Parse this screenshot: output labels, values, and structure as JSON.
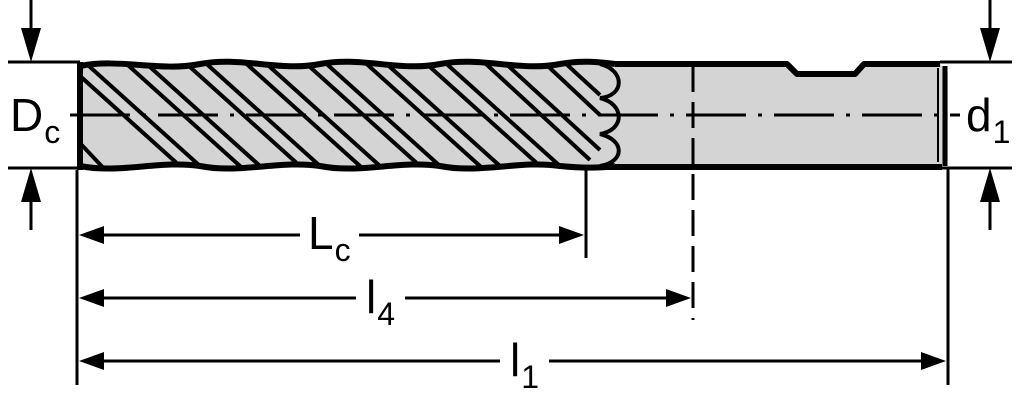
{
  "diagram": {
    "subject": "End mill (solid carbide, helical flutes) dimension drawing",
    "colors": {
      "line": "#000000",
      "tool_fill": "#d4d4d4",
      "background": "#ffffff"
    },
    "labels": {
      "cutting_diameter": {
        "main": "D",
        "sub": "c"
      },
      "shank_diameter": {
        "main": "d",
        "sub": "1"
      },
      "cutting_length": {
        "main": "L",
        "sub": "c"
      },
      "usable_length": {
        "main": "l",
        "sub": "4"
      },
      "overall_length": {
        "main": "l",
        "sub": "1"
      }
    }
  }
}
